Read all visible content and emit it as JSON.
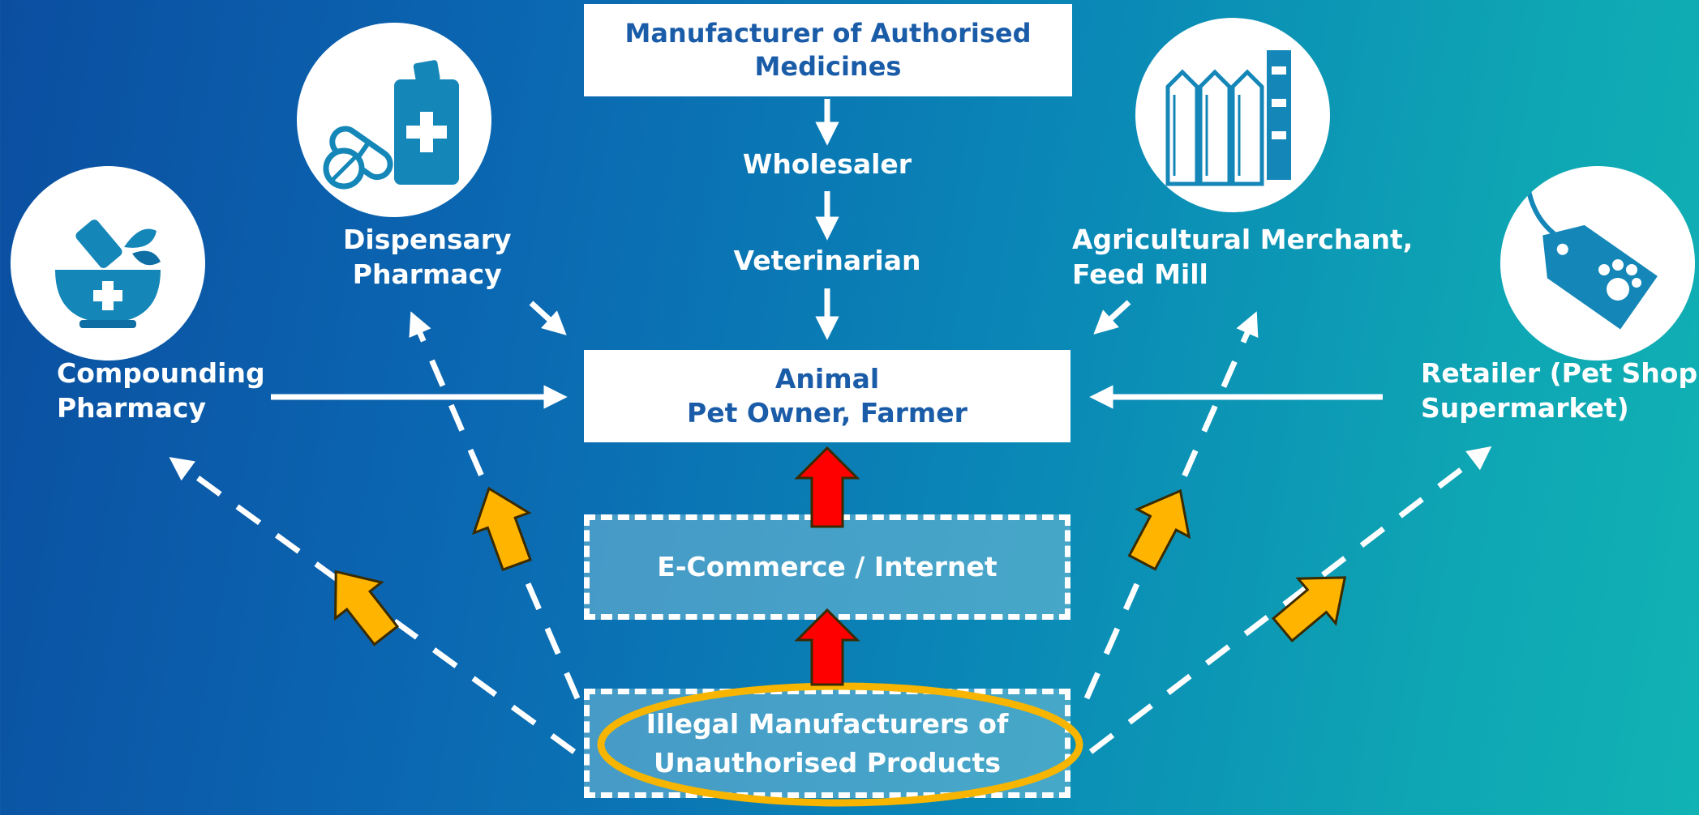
{
  "nodes": {
    "manufacturer": [
      "Manufacturer of Authorised",
      "Medicines"
    ],
    "wholesaler": "Wholesaler",
    "veterinarian": "Veterinarian",
    "animal": [
      "Animal",
      "Pet Owner, Farmer"
    ],
    "ecommerce": "E-Commerce / Internet",
    "illegal": [
      "Illegal Manufacturers of",
      "Unauthorised Products"
    ],
    "compounding": [
      "Compounding",
      "Pharmacy"
    ],
    "dispensary": [
      "Dispensary",
      "Pharmacy"
    ],
    "agricultural": [
      "Agricultural Merchant,",
      "Feed Mill"
    ],
    "retailer": [
      "Retailer (Pet Shop,",
      "Supermarket)"
    ]
  },
  "icons": {
    "compounding": "mortar-pestle-icon",
    "dispensary": "pills-medicine-icon",
    "agricultural": "feed-silo-icon",
    "retailer": "pet-tag-icon"
  },
  "colors": {
    "brand_blue": "#1a5ca8",
    "icon_teal": "#1487b8",
    "highlight_red": "#ff0000",
    "highlight_orange": "#ffb400",
    "ellipse_orange": "#f7b500"
  }
}
